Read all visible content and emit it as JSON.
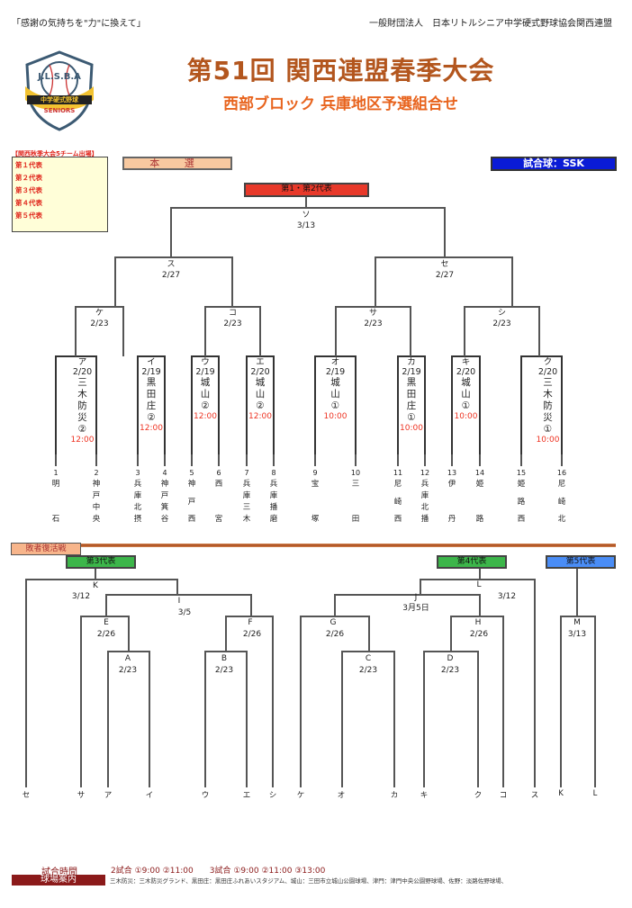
{
  "header": {
    "slogan": "「感謝の気持ちを\"力\"に換えて」",
    "organization": "一般財団法人　日本リトルシニア中学硬式野球協会関西連盟"
  },
  "logo": {
    "text": "J.L.S.B.A",
    "band": "中学硬式野球",
    "sub": "SENIORS"
  },
  "title": "第51回 関西連盟春季大会",
  "subtitle": "西部ブロック 兵庫地区予選組合せ",
  "qualifiers": {
    "title": "【関西秋季大会5チーム出場】",
    "items": [
      "第１代表",
      "第２代表",
      "第３代表",
      "第４代表",
      "第５代表"
    ]
  },
  "main_label": "本 選",
  "ball_label": "試合球：SSK",
  "top_rep_label": "第1・第2代表",
  "main_bracket": {
    "final": {
      "code": "ソ",
      "date": "3/13"
    },
    "semis": [
      {
        "code": "ス",
        "date": "2/27"
      },
      {
        "code": "セ",
        "date": "2/27"
      }
    ],
    "quarters": [
      {
        "code": "ケ",
        "date": "2/23"
      },
      {
        "code": "コ",
        "date": "2/23"
      },
      {
        "code": "サ",
        "date": "2/23"
      },
      {
        "code": "シ",
        "date": "2/23"
      }
    ],
    "first_round": [
      {
        "code": "ア",
        "date": "2/20",
        "venue": "三木防災",
        "field": "②",
        "time": "12:00"
      },
      {
        "code": "イ",
        "date": "2/19",
        "venue": "黒田庄",
        "field": "②",
        "time": "12:00"
      },
      {
        "code": "ウ",
        "date": "2/19",
        "venue": "城山",
        "field": "②",
        "time": "12:00"
      },
      {
        "code": "エ",
        "date": "2/20",
        "venue": "城山",
        "field": "②",
        "time": "12:00"
      },
      {
        "code": "オ",
        "date": "2/19",
        "venue": "城山",
        "field": "①",
        "time": "10:00"
      },
      {
        "code": "カ",
        "date": "2/19",
        "venue": "黒田庄",
        "field": "①",
        "time": "10:00"
      },
      {
        "code": "キ",
        "date": "2/20",
        "venue": "城山",
        "field": "①",
        "time": "10:00"
      },
      {
        "code": "ク",
        "date": "2/20",
        "venue": "三木防災",
        "field": "①",
        "time": "10:00"
      }
    ],
    "teams": [
      {
        "no": "1",
        "name": "明石"
      },
      {
        "no": "2",
        "name": "神戸中央"
      },
      {
        "no": "3",
        "name": "兵庫北摂"
      },
      {
        "no": "4",
        "name": "神戸箕谷"
      },
      {
        "no": "5",
        "name": "神戸西"
      },
      {
        "no": "6",
        "name": "西宮"
      },
      {
        "no": "7",
        "name": "兵庫三木"
      },
      {
        "no": "8",
        "name": "兵庫播磨"
      },
      {
        "no": "9",
        "name": "宝塚"
      },
      {
        "no": "10",
        "name": "三田"
      },
      {
        "no": "11",
        "name": "尼崎西"
      },
      {
        "no": "12",
        "name": "兵庫北播"
      },
      {
        "no": "13",
        "name": "伊丹"
      },
      {
        "no": "14",
        "name": "姫路"
      },
      {
        "no": "15",
        "name": "姫路西"
      },
      {
        "no": "16",
        "name": "尼崎北"
      }
    ]
  },
  "repechage_label": "敗者復活戦",
  "repechage": {
    "rep3_label": "第3代表",
    "rep4_label": "第4代表",
    "rep5_label": "第5代表",
    "K": {
      "code": "K",
      "date": "3/12"
    },
    "I": {
      "code": "I",
      "date": "3/5"
    },
    "E": {
      "code": "E",
      "date": "2/26"
    },
    "F": {
      "code": "F",
      "date": "2/26"
    },
    "A": {
      "code": "A",
      "date": "2/23"
    },
    "B": {
      "code": "B",
      "date": "2/23"
    },
    "L": {
      "code": "L",
      "date": "3/12"
    },
    "J": {
      "code": "J",
      "date": "3月5日"
    },
    "G": {
      "code": "G",
      "date": "2/26"
    },
    "H": {
      "code": "H",
      "date": "2/26"
    },
    "C": {
      "code": "C",
      "date": "2/23"
    },
    "D": {
      "code": "D",
      "date": "2/23"
    },
    "M": {
      "code": "M",
      "date": "3/13"
    },
    "seeds": [
      "セ",
      "サ",
      "ア",
      "イ",
      "ウ",
      "エ",
      "シ",
      "ケ",
      "オ",
      "カ",
      "キ",
      "ク",
      "コ",
      "ス",
      "K",
      "L"
    ]
  },
  "footer": {
    "time_label": "試合時間",
    "time_text": "2試合 ①9:00 ②11:00　　3試合 ①9:00 ②11:00 ③13:00",
    "venue_label": "球場案内",
    "venue_text": "三木防災：三木防災グランド、黒田庄：黒田庄ふれあいスタジアム、城山：三田市立城山公園球場、津門：津門中央公園野球場、佐野：淡路佐野球場、"
  }
}
